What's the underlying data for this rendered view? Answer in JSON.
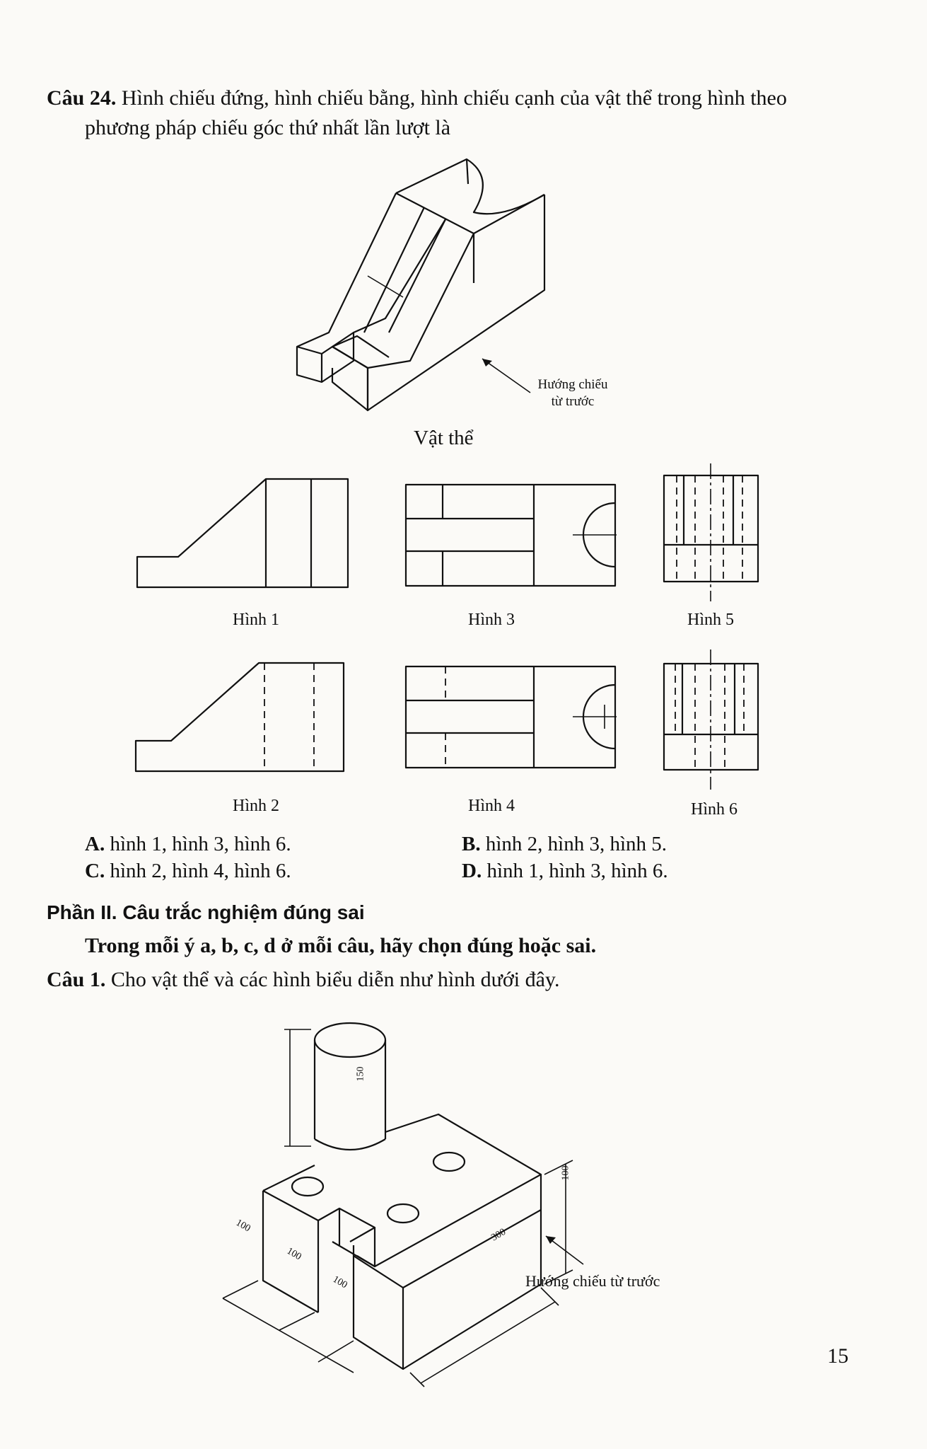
{
  "q24": {
    "label": "Câu 24.",
    "text": "Hình chiếu đứng, hình chiếu bằng, hình chiếu cạnh của vật thể trong hình theo",
    "text2": "phương pháp chiếu góc thứ nhất lần lượt là",
    "direction_label1": "Hướng chiếu",
    "direction_label2": "từ trước",
    "object_caption": "Vật thể",
    "fig_captions": [
      "Hình 1",
      "Hình 2",
      "Hình 3",
      "Hình 4",
      "Hình 5",
      "Hình 6"
    ],
    "options": [
      {
        "key": "A.",
        "text": "hình 1, hình 3, hình 6."
      },
      {
        "key": "B.",
        "text": "hình 2, hình 3, hình 5."
      },
      {
        "key": "C.",
        "text": "hình 2, hình 4, hình 6."
      },
      {
        "key": "D.",
        "text": "hình 1, hình 3, hình 6."
      }
    ]
  },
  "part2": {
    "title": "Phần II. Câu trắc nghiệm đúng sai",
    "instruction": "Trong mỗi ý a, b, c, d ở mỗi câu, hãy chọn đúng hoặc sai."
  },
  "q1": {
    "label": "Câu 1.",
    "text": "Cho vật thể và các hình biểu diễn như hình dưới đây.",
    "dims": {
      "height_cyl": "150",
      "height_block": "100",
      "length": "300",
      "d1": "100",
      "d2": "100",
      "d3": "100"
    },
    "direction_label": "Hướng chiếu từ trước"
  },
  "page_number": "15"
}
